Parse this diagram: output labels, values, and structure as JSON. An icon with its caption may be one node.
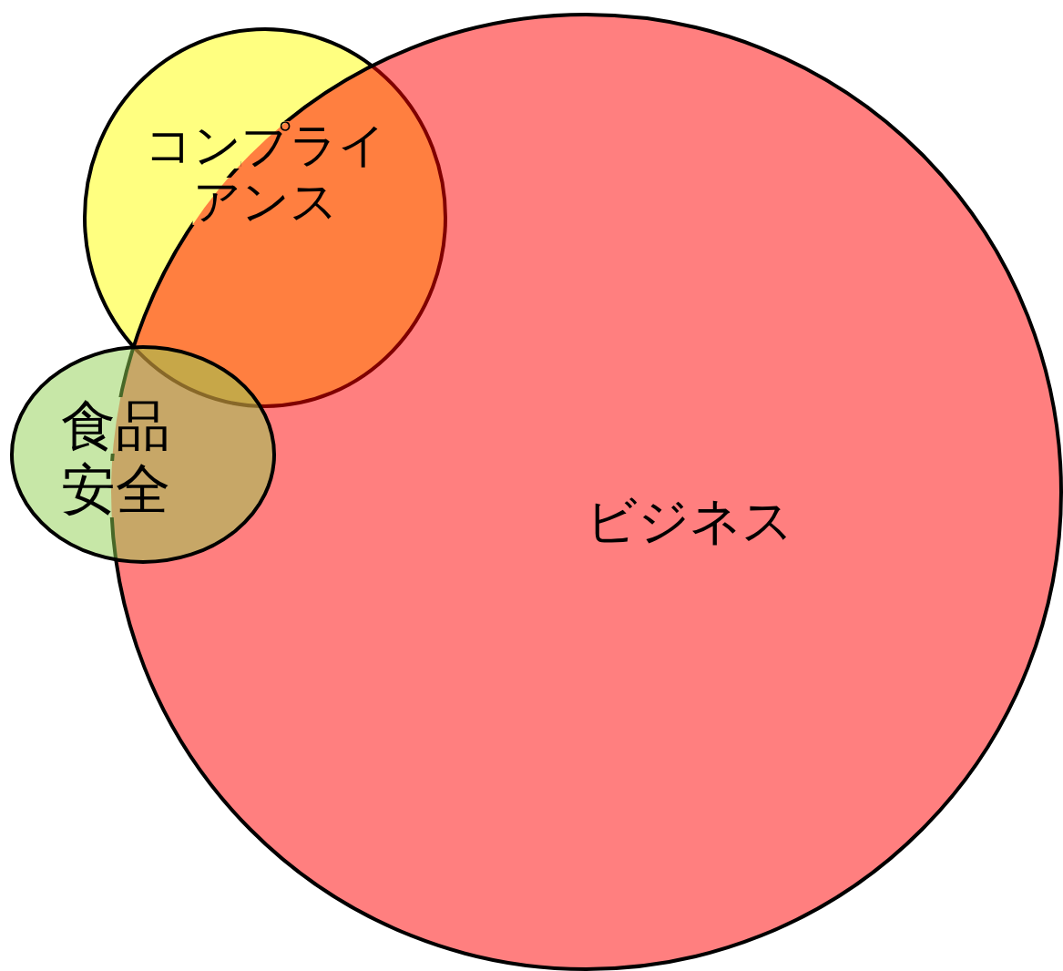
{
  "diagram": {
    "nodes": [
      {
        "text": [
          "コンプライアンス"
        ]
      },
      {
        "text": [
          "食品安全"
        ]
      },
      {
        "text": [
          "ビジネス"
        ]
      }
    ]
  }
}
